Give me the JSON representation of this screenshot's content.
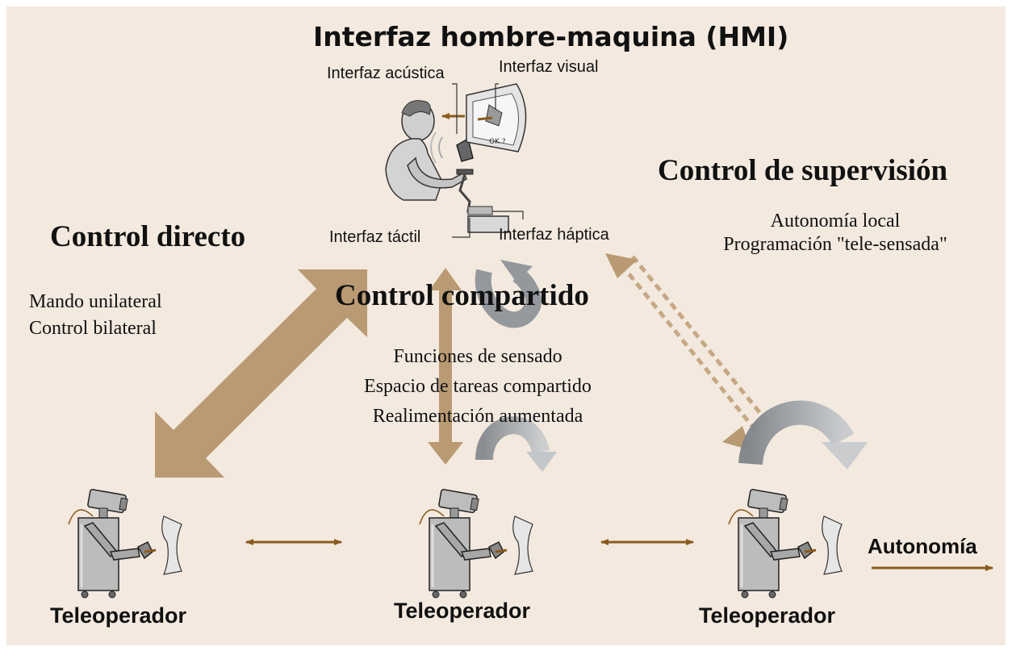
{
  "hmi": {
    "title": "Interfaz hombre-maquina (HMI)",
    "acoustic": "Interfaz acústica",
    "visual": "Interfaz visual",
    "tactile": "Interfaz táctil",
    "haptic": "Interfaz háptica",
    "screen_text": "OK ?"
  },
  "direct": {
    "title": "Control directo",
    "items": [
      "Mando unilateral",
      "Control bilateral"
    ]
  },
  "shared": {
    "title": "Control compartido",
    "items": [
      "Funciones de sensado",
      "Espacio de tareas compartido",
      "Realimentación aumentada"
    ]
  },
  "supervisory": {
    "title": "Control de supervisión",
    "items": [
      "Autonomía local",
      "Programación \"tele-sensada\""
    ]
  },
  "teleoperators": [
    "Teleoperador",
    "Teleoperador",
    "Teleoperador"
  ],
  "autonomy_label": "Autonomía",
  "colors": {
    "background": "#f3e9df",
    "arrow_tan": "#b99a72",
    "arrow_brown": "#8b5a1e",
    "curved_gray": "#9a9ea3",
    "robot_gray": "#b4b4b4"
  }
}
